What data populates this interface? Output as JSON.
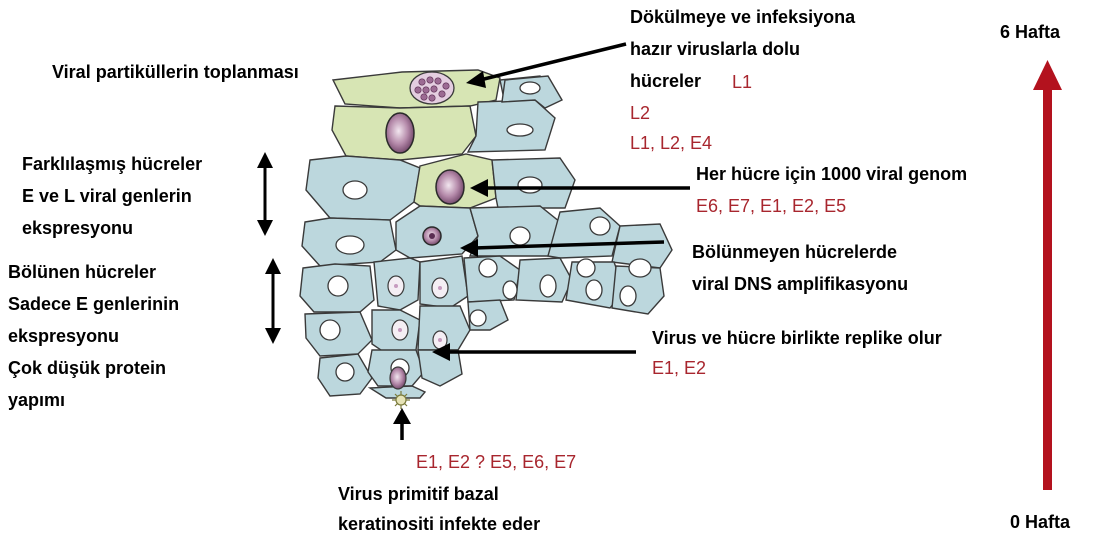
{
  "labels": {
    "viral_particle_assembly": "Viral partiküllerin toplanması",
    "ready_cells_line1": "Dökülmeye ve infeksiyona",
    "ready_cells_line2": "hazır viruslarla dolu",
    "ready_cells_line3": "hücreler",
    "differentiated_line1": "Farklılaşmış hücreler",
    "differentiated_line2": "E ve L viral genlerin",
    "differentiated_line3": "ekspresyonu",
    "dividing_line1": "Bölünen hücreler",
    "dividing_line2": "Sadece E genlerinin",
    "dividing_line3": "ekspresyonu",
    "dividing_line4": "Çok düşük protein",
    "dividing_line5": "yapımı",
    "genome_per_cell": "Her hücre için 1000 viral genom",
    "nondividing_line1": "Bölünmeyen hücrelerde",
    "nondividing_line2": "viral DNS amplifikasyonu",
    "replicate_together": "Virus ve hücre birlikte replike olur",
    "basal_line1": "Virus primitif bazal",
    "basal_line2": "keratinositi infekte eder",
    "time_top": "6 Hafta",
    "time_bottom": "0 Hafta"
  },
  "genes": {
    "ready_l1": "L1",
    "l2": "L2",
    "l1_l2_e4": "L1, L2, E4",
    "genome_genes": "E6, E7, E1, E2, E5",
    "replicate_genes": "E1, E2",
    "basal_genes": "E1, E2 ? E5, E6, E7"
  },
  "colors": {
    "cell_blue": "#bcd7dd",
    "cell_green": "#d7e5b4",
    "outline": "#3a3a3a",
    "nucleus_purple": "#8e5f86",
    "gene_red": "#a8262e",
    "time_arrow": "#b3121e"
  }
}
